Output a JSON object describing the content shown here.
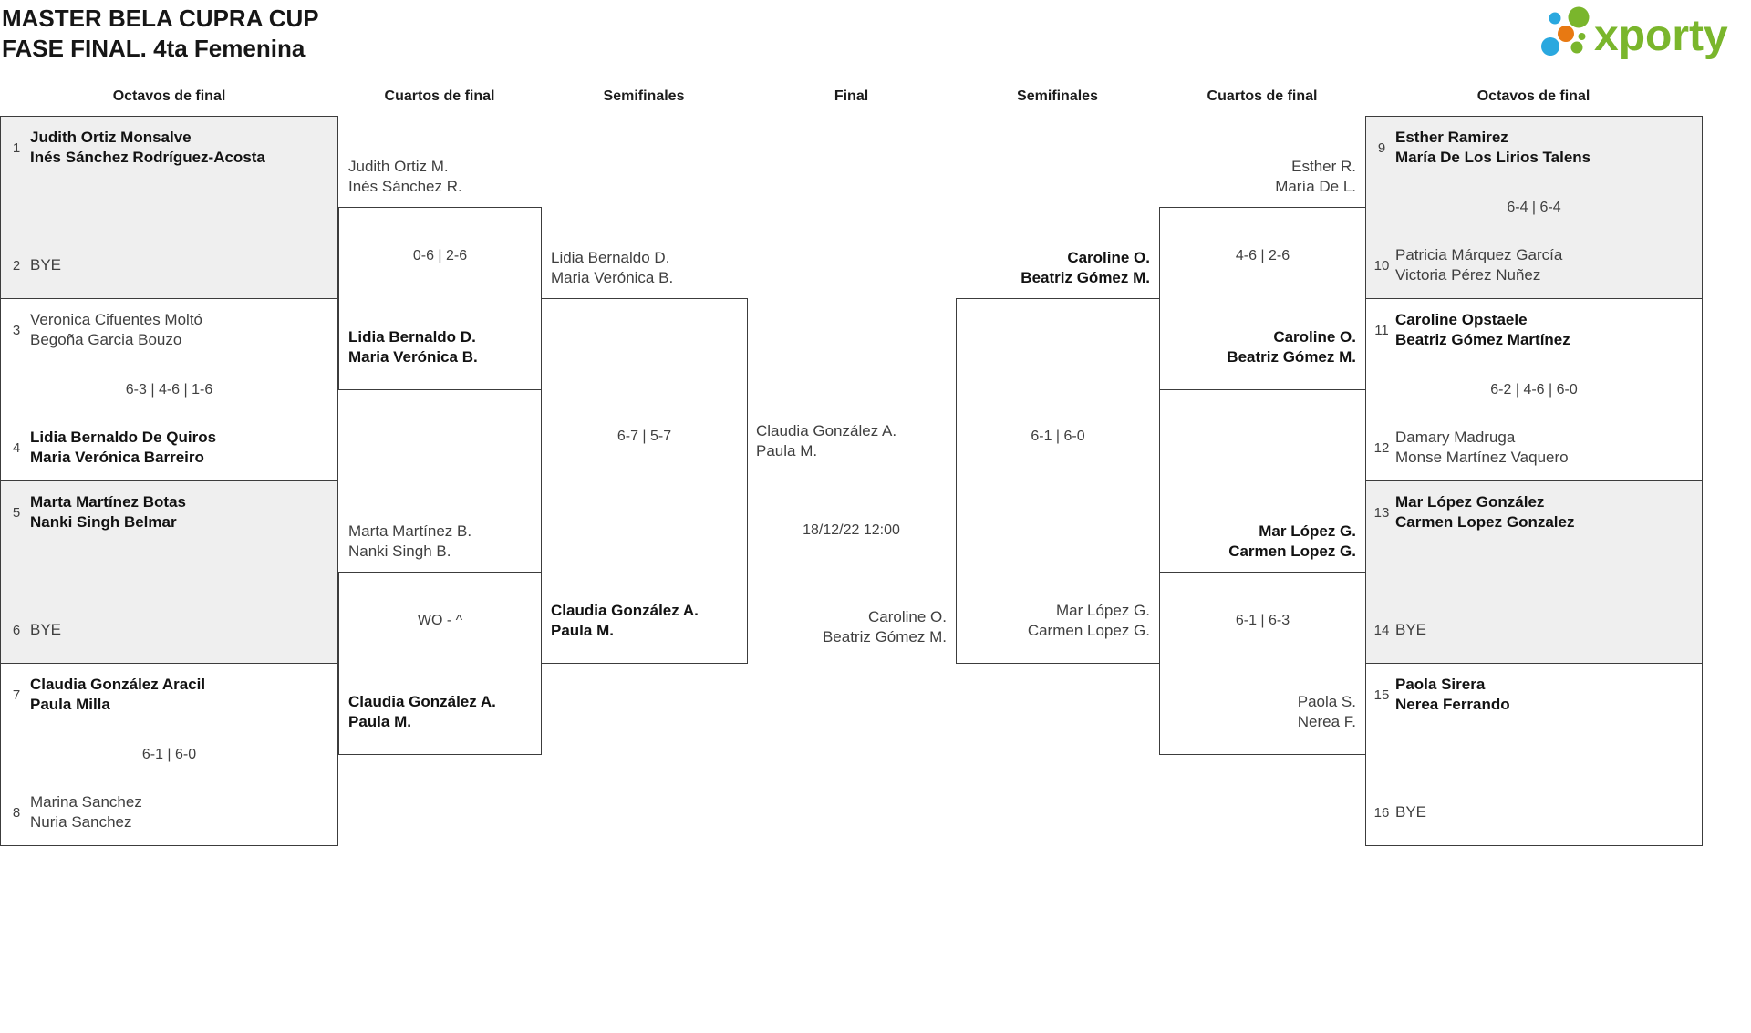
{
  "title": {
    "line1": "MASTER BELA CUPRA CUP",
    "line2": "FASE FINAL. 4ta Femenina"
  },
  "logo": {
    "brand": "xporty",
    "green": "#7ab62c",
    "blue": "#2aa8df",
    "orange": "#e87912"
  },
  "headers": {
    "octavos_left": "Octavos de final",
    "cuartos_left": "Cuartos de final",
    "semis_left": "Semifinales",
    "final": "Final",
    "semis_right": "Semifinales",
    "cuartos_right": "Cuartos de final",
    "octavos_right": "Octavos de final"
  },
  "octavos_left": [
    {
      "seed_top": "1",
      "team_top": [
        "Judith Ortiz Monsalve",
        "Inés Sánchez Rodríguez-Acosta"
      ],
      "top_winner": true,
      "score": "",
      "seed_bottom": "2",
      "team_bottom": [
        "BYE"
      ],
      "bottom_winner": false,
      "shaded": true
    },
    {
      "seed_top": "3",
      "team_top": [
        "Veronica Cifuentes Moltó",
        "Begoña Garcia Bouzo"
      ],
      "top_winner": false,
      "score": "6-3 | 4-6 | 1-6",
      "seed_bottom": "4",
      "team_bottom": [
        "Lidia Bernaldo De Quiros",
        "Maria Verónica Barreiro"
      ],
      "bottom_winner": true,
      "shaded": false
    },
    {
      "seed_top": "5",
      "team_top": [
        "Marta Martínez Botas",
        "Nanki Singh Belmar"
      ],
      "top_winner": true,
      "score": "",
      "seed_bottom": "6",
      "team_bottom": [
        "BYE"
      ],
      "bottom_winner": false,
      "shaded": true
    },
    {
      "seed_top": "7",
      "team_top": [
        "Claudia González Aracil",
        "Paula Milla"
      ],
      "top_winner": true,
      "score": "6-1 | 6-0",
      "seed_bottom": "8",
      "team_bottom": [
        "Marina Sanchez",
        "Nuria Sanchez"
      ],
      "bottom_winner": false,
      "shaded": false
    }
  ],
  "octavos_right": [
    {
      "seed_top": "9",
      "team_top": [
        "Esther Ramirez",
        "María De Los Lirios Talens"
      ],
      "top_winner": true,
      "score": "6-4 | 6-4",
      "seed_bottom": "10",
      "team_bottom": [
        "Patricia Márquez García",
        "Victoria Pérez Nuñez"
      ],
      "bottom_winner": false,
      "shaded": true
    },
    {
      "seed_top": "11",
      "team_top": [
        "Caroline Opstaele",
        "Beatriz Gómez Martínez"
      ],
      "top_winner": true,
      "score": "6-2 | 4-6 | 6-0",
      "seed_bottom": "12",
      "team_bottom": [
        "Damary Madruga",
        "Monse Martínez Vaquero"
      ],
      "bottom_winner": false,
      "shaded": false
    },
    {
      "seed_top": "13",
      "team_top": [
        "Mar López González",
        "Carmen Lopez Gonzalez"
      ],
      "top_winner": true,
      "score": "",
      "seed_bottom": "14",
      "team_bottom": [
        "BYE"
      ],
      "bottom_winner": false,
      "shaded": true
    },
    {
      "seed_top": "15",
      "team_top": [
        "Paola Sirera",
        "Nerea Ferrando"
      ],
      "top_winner": true,
      "score": "",
      "seed_bottom": "16",
      "team_bottom": [
        "BYE"
      ],
      "bottom_winner": false,
      "shaded": false
    }
  ],
  "cuartos_left": [
    {
      "team_above": [
        "Judith Ortiz M.",
        "Inés Sánchez R."
      ],
      "above_winner": false,
      "score": "0-6 | 2-6",
      "team_inside": [
        "Lidia Bernaldo D.",
        "Maria Verónica B."
      ],
      "inside_winner": true
    },
    {
      "team_above": [
        "Marta Martínez B.",
        "Nanki Singh B."
      ],
      "above_winner": false,
      "score": "WO - ^",
      "team_inside": [
        "Claudia González A.",
        "Paula M."
      ],
      "inside_winner": true
    }
  ],
  "semis_left": [
    {
      "team_above": [
        "Lidia Bernaldo D.",
        "Maria Verónica B."
      ],
      "above_winner": false,
      "score": "6-7 | 5-7",
      "team_inside": [
        "Claudia González A.",
        "Paula M."
      ],
      "inside_winner": true
    }
  ],
  "final": {
    "team_left": [
      "Claudia González A.",
      "Paula M."
    ],
    "left_winner": false,
    "datetime": "18/12/22 12:00",
    "team_right": [
      "Caroline O.",
      "Beatriz Gómez M."
    ],
    "right_winner": false
  },
  "semis_right": [
    {
      "team_above": [
        "Caroline O.",
        "Beatriz Gómez M."
      ],
      "above_winner": true,
      "score": "6-1 | 6-0",
      "team_inside": [
        "Mar López G.",
        "Carmen Lopez G."
      ],
      "inside_winner": false
    }
  ],
  "cuartos_right": [
    {
      "team_above": [
        "Esther R.",
        "María De L."
      ],
      "above_winner": false,
      "score": "4-6 | 2-6",
      "team_inside": [
        "Caroline O.",
        "Beatriz Gómez M."
      ],
      "inside_winner": true
    },
    {
      "team_above": [
        "Mar López G.",
        "Carmen Lopez G."
      ],
      "above_winner": true,
      "score": "6-1 | 6-3",
      "team_inside": [
        "Paola S.",
        "Nerea F."
      ],
      "inside_winner": false
    }
  ]
}
